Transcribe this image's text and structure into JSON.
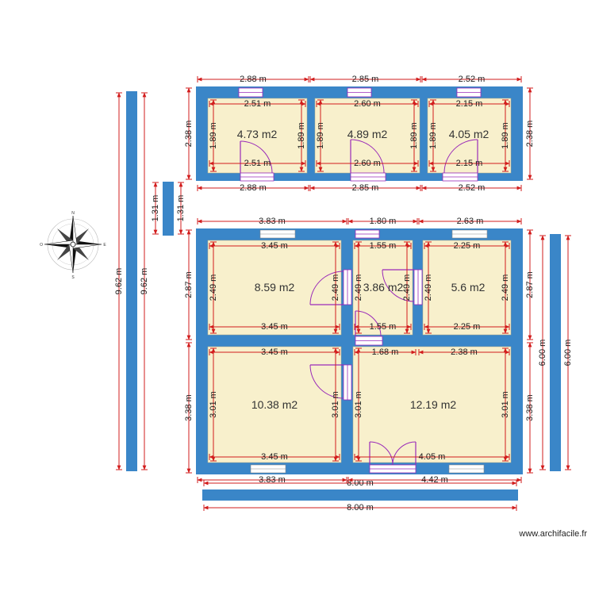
{
  "credit": "www.archifacile.fr",
  "compass": {
    "north": "N",
    "south": "S",
    "east": "E",
    "west": "O"
  },
  "colors": {
    "wall": "#3a86c8",
    "room_fill": "#f8f0cc",
    "dimension": "#d21c1c",
    "door": "#9a2ab8"
  },
  "top_rooms": [
    {
      "id": "top1",
      "area": "4.73 m2",
      "outer_w": "2.88 m",
      "inner_w_top": "2.51 m",
      "inner_w_bottom": "2.51 m",
      "inner_h_left": "1.89 m",
      "inner_h_right": "1.89 m",
      "outer_h": "2.38 m",
      "outer_w_bottom": "2.88 m"
    },
    {
      "id": "top2",
      "area": "4.89 m2",
      "outer_w": "2.85 m",
      "inner_w_top": "2.60 m",
      "inner_w_bottom": "2.60 m",
      "inner_h_left": "1.89 m",
      "inner_h_right": "1.89 m",
      "outer_w_bottom": "2.85 m"
    },
    {
      "id": "top3",
      "area": "4.05 m2",
      "outer_w": "2.52 m",
      "inner_w_top": "2.15 m",
      "inner_w_bottom": "2.15 m",
      "inner_h_left": "1.89 m",
      "inner_h_right": "1.89 m",
      "outer_h": "2.38 m",
      "outer_w_bottom": "2.52 m"
    }
  ],
  "main_rooms": [
    {
      "id": "r1",
      "area": "8.59 m2",
      "inner_w_top": "3.45 m",
      "inner_w_bottom": "3.45 m",
      "inner_h_left": "2.49 m",
      "inner_h_right": "2.49 m"
    },
    {
      "id": "r2",
      "area": "3.86 m2",
      "inner_w_top": "1.55 m",
      "inner_w_bottom": "1.55 m",
      "inner_h_left": "2.49 m",
      "inner_h_right": "2.49 m"
    },
    {
      "id": "r3",
      "area": "5.6 m2",
      "inner_w_top": "2.25 m",
      "inner_w_bottom": "2.25 m",
      "inner_h_left": "2.49 m",
      "inner_h_right": "2.49 m"
    },
    {
      "id": "r4",
      "area": "10.38 m2",
      "inner_w_top": "3.45 m",
      "inner_w_bottom": "3.45 m",
      "inner_h_left": "3.01 m",
      "inner_h_right": "3.01 m"
    },
    {
      "id": "r5",
      "area": "12.19 m2",
      "inner_w_top_a": "1.68 m",
      "inner_w_top_b": "2.38 m",
      "inner_w_bottom": "4.05 m",
      "inner_h_left": "3.01 m",
      "inner_h_right": "3.01 m"
    }
  ],
  "main_dims": {
    "top_a": "3.83 m",
    "top_b": "1.80 m",
    "top_c": "2.63 m",
    "bottom_a": "3.83 m",
    "bottom_b": "4.42 m",
    "total_w": "8.00 m",
    "left_upper": "2.87 m",
    "left_lower": "3.38 m",
    "right_upper": "2.87 m",
    "right_lower": "3.38 m"
  },
  "standalone": {
    "pillar_h_a": "1.31 m",
    "pillar_h_b": "1.31 m",
    "left_wall_a": "9.62 m",
    "left_wall_b": "9.62 m",
    "right_wall_a": "6.00 m",
    "right_wall_b": "6.00 m",
    "bottom_wall_a": "8.00 m",
    "bottom_wall_b": "8.00 m"
  }
}
